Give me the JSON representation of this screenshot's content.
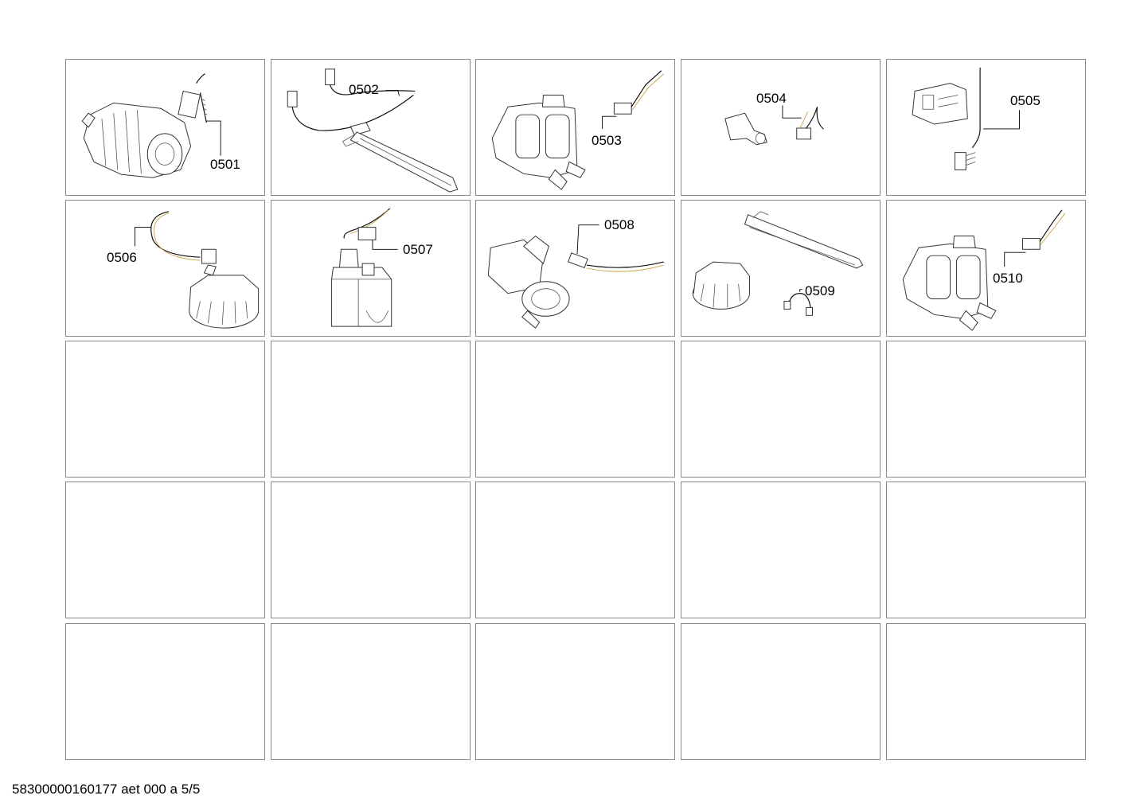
{
  "parts": [
    {
      "id": "0501",
      "label": "0501",
      "name": "motor"
    },
    {
      "id": "0502",
      "label": "0502",
      "name": "heating-element-cable"
    },
    {
      "id": "0503",
      "label": "0503",
      "name": "double-valve-connector"
    },
    {
      "id": "0504",
      "label": "0504",
      "name": "ntc-sensor"
    },
    {
      "id": "0505",
      "label": "0505",
      "name": "door-lock-harness"
    },
    {
      "id": "0506",
      "label": "0506",
      "name": "pressure-switch-cable"
    },
    {
      "id": "0507",
      "label": "0507",
      "name": "interference-filter-cable"
    },
    {
      "id": "0508",
      "label": "0508",
      "name": "drain-pump-cable"
    },
    {
      "id": "0509",
      "label": "0509",
      "name": "heater-pressure-link"
    },
    {
      "id": "0510",
      "label": "0510",
      "name": "valve-connector"
    }
  ],
  "footer": {
    "text": "58300000160177 aet 000 a 5/5"
  }
}
